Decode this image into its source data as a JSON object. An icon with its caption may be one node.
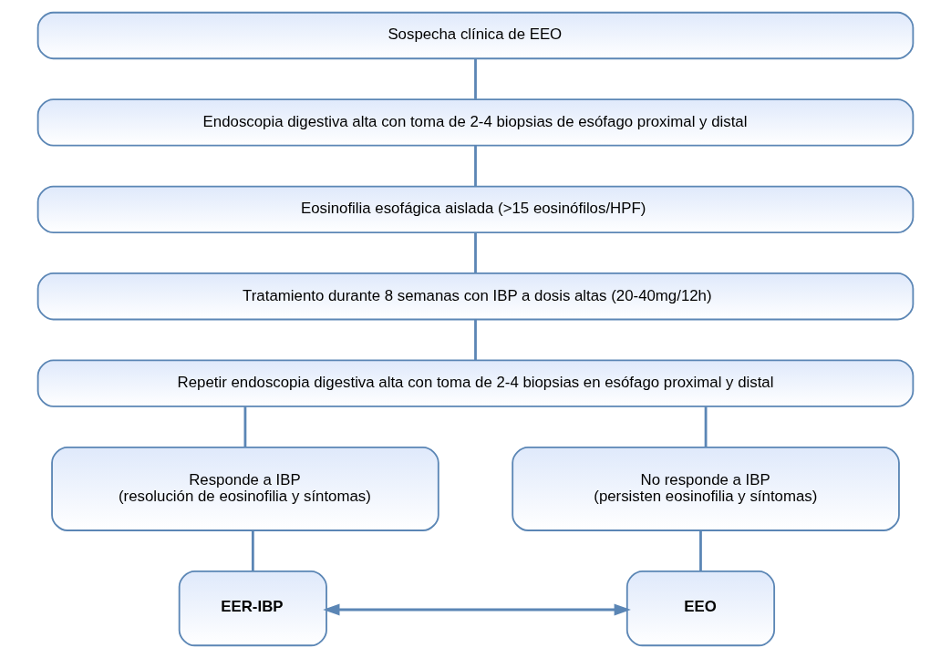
{
  "diagram": {
    "nodes": [
      {
        "text": [
          "Sospecha clínica de EEO"
        ]
      },
      {
        "text": [
          "Endoscopia digestiva alta con toma de 2-4 biopsias de esófago proximal y distal"
        ]
      },
      {
        "text": [
          "Eosinofilia esofágica aislada (>15 eosinófilos/HPF)"
        ]
      },
      {
        "text": [
          "Tratamiento durante 8 semanas con IBP a dosis altas (20-40mg/12h)"
        ]
      },
      {
        "text": [
          "Repetir endoscopia digestiva alta con toma de 2-4 biopsias en esófago proximal y distal"
        ]
      },
      {
        "text": [
          "Responde a IBP",
          "(resolución de eosinofilia y síntomas)"
        ]
      },
      {
        "text": [
          "No responde a IBP",
          "(persisten eosinofilia y síntomas)"
        ]
      },
      {
        "text": [
          "EER-IBP"
        ]
      },
      {
        "text": [
          "EEO"
        ]
      }
    ],
    "edges": [
      {
        "from": 0,
        "to": 1,
        "arrow": "none"
      },
      {
        "from": 1,
        "to": 2,
        "arrow": "none"
      },
      {
        "from": 2,
        "to": 3,
        "arrow": "none"
      },
      {
        "from": 3,
        "to": 4,
        "arrow": "none"
      },
      {
        "from": 4,
        "to": 5,
        "arrow": "none"
      },
      {
        "from": 4,
        "to": 6,
        "arrow": "none"
      },
      {
        "from": 5,
        "to": 7,
        "arrow": "none"
      },
      {
        "from": 6,
        "to": 8,
        "arrow": "none"
      },
      {
        "from": 7,
        "to": 8,
        "arrow": "both"
      }
    ]
  }
}
